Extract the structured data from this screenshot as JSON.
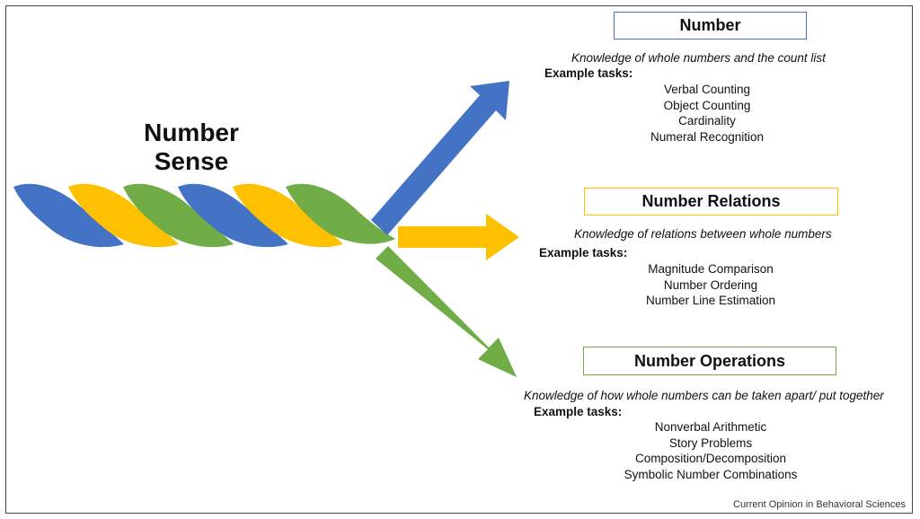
{
  "title_lines": [
    "Number",
    "Sense"
  ],
  "colors": {
    "blue": "#4472C4",
    "yellow": "#FFC000",
    "green": "#70AD47",
    "frame": "#444444"
  },
  "branches": [
    {
      "heading": "Number",
      "description": "Knowledge of whole numbers and the count list",
      "example_label": "Example tasks:",
      "tasks": [
        "Verbal Counting",
        "Object Counting",
        "Cardinality",
        "Numeral Recognition"
      ],
      "color": "#4472C4"
    },
    {
      "heading": "Number Relations",
      "description": "Knowledge of relations between whole numbers",
      "example_label": "Example tasks:",
      "tasks": [
        "Magnitude Comparison",
        "Number Ordering",
        "Number Line Estimation"
      ],
      "color": "#FFC000"
    },
    {
      "heading": "Number Operations",
      "description": "Knowledge of how whole numbers can be taken apart/ put together",
      "example_label": "Example tasks:",
      "tasks": [
        "Nonverbal Arithmetic",
        "Story Problems",
        "Composition/Decomposition",
        "Symbolic Number Combinations"
      ],
      "color": "#70AD47"
    }
  ],
  "source": "Current Opinion in Behavioral Sciences"
}
